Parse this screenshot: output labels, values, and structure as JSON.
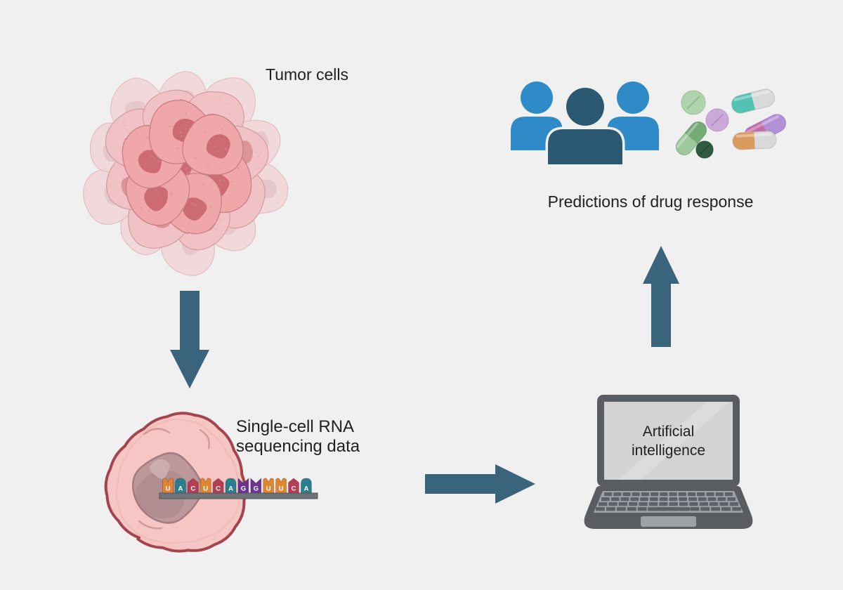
{
  "labels": {
    "tumor": "Tumor cells",
    "scrna_line1": "Single-cell RNA",
    "scrna_line2": "sequencing data",
    "ai_line1": "Artificial",
    "ai_line2": "intelligence",
    "prediction": "Predictions of drug response"
  },
  "rna_sequence": [
    "U",
    "A",
    "C",
    "U",
    "C",
    "A",
    "G",
    "G",
    "U",
    "U",
    "C",
    "A"
  ],
  "colors": {
    "background": "#F1F0F0",
    "text": "#212121",
    "arrow": "#3A637C",
    "person_light": "#2E8BC8",
    "person_dark": "#2B5971",
    "laptop_body": "#595D62",
    "laptop_screen": "#D2D3D5",
    "laptop_keyboard": "#9EA2A7",
    "laptop_key": "#5E6268",
    "rna_bar": "#6F7377",
    "nucleotide_U": "#E0862F",
    "nucleotide_A": "#2A7F8E",
    "nucleotide_C": "#B73E52",
    "nucleotide_G": "#6D3390",
    "tumor_cell": "#EFA7A9",
    "tumor_nucleus": "#CC6B72",
    "single_cell_body": "#F5C6C3",
    "single_cell_outline": "#A4454E",
    "single_cell_nucleus": "#BD989B",
    "pill_green": "#AFD4AD",
    "pill_lavender": "#CBA9D8",
    "pill_dark_green": "#2F5C40",
    "capsule_teal": "#54C2B3",
    "capsule_white": "#D8D9DA",
    "capsule_green_light": "#9DC99B",
    "capsule_green_dark": "#74AB77",
    "capsule_pink": "#C06CA8",
    "capsule_purple": "#B290D5",
    "capsule_orange": "#D99A5B"
  }
}
